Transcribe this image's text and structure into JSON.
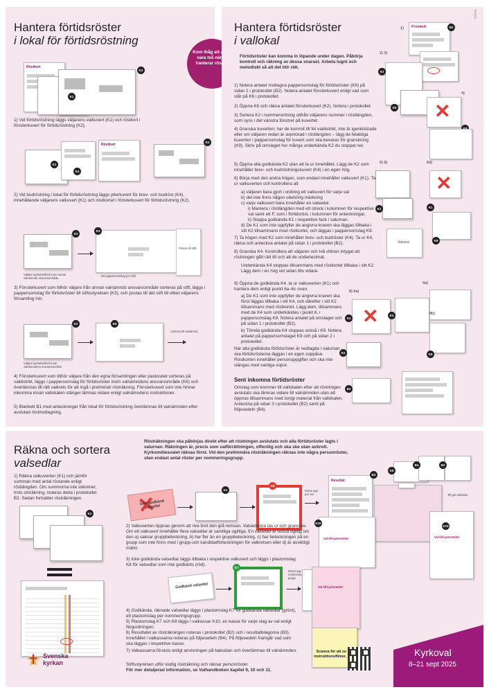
{
  "doc_code": "BG0910",
  "panel1": {
    "title": "Hantera förtidsröster",
    "subtitle": "i lokal för förtidsröstning",
    "callout": "Kom ihåg att alltid vara två när ni hanterar röster.",
    "tags": {
      "k1": "K1",
      "k2": "K2",
      "k3": "K3",
      "k4": "K4",
      "k6": "K6"
    },
    "step1": "1) Vid förtidsröstning läggs väljarens valkuvert (K1) och röstkort i fönsterkuvert för förtidsröstning (K2).",
    "step2": "2) Vid budröstning i lokal för förtidsröstning läggs ytterkuvert för brev- och budröst (K4), innehållande väljarens valkuvert (K1) och röstkortet i fönsterkuvert för förtidsröstning (K2).",
    "label_outside": "Väljare kyrkobokförd inom annan valnämnds ansvarsområde.",
    "label_paper": "Ett pappersomslag per stift.",
    "label_post": "Postas till stift.",
    "step3": "3) Fönsterkuvert som tillhör väljare från annan valnämnds ansvarsområde sorteras på stift, läggs i pappersomslag för förtidsröster till stiftsstyrelsen (K3), och postas till det stift till vilket väljarens församling hör.",
    "label_inside": "Väljare kyrkobokförd inom valnämndens ansvarsområde.",
    "label_deliver": "Lämnas till valnämnd.",
    "step4": "4) Fönsterkuvert som tillhör väljare från den egna församlingen eller pastoratet sorteras på valdistrikt, läggs i pappersomslag för förtidsröster inom valnämndens ansvarsområde (K6) och överlämnas till rätt valkrets för att ingå i preliminär rösträkning. Fönsterkuvert som inte hinner inkomma innan vallokalen stänger lämnas vidare enligt valnämndens instruktioner.",
    "step5": "5) Blankett B1 med anteckningar från lokal för förtidsröstning överlämnas till valnämnden efter avslutad röstmottagning."
  },
  "panel2": {
    "title": "Hantera förtidsröster",
    "subtitle": "i vallokal",
    "intro": "Förtidsröster kan komma in löpande under dagen. Påbörja kontroll och räkning av dessa snarast. Arbeta lugnt och metodiskt så att det blir rätt.",
    "s1": "1) Notera antalet mottagna pappersomslag för förtidsröster (K6) på sidan 1 i protokollet (B2). Notera antalet fönsterkuvert enligt vad som står på K6 i protokollet.",
    "s2": "2) Öppna K6 och räkna antalet fönsterkuvert (K2). Notera i protokollet.",
    "s3": "3) Sortera K2 i nummerordning utifrån väljarens nummer i röstlängden, som syns i det vänstra fönstret på kuvertet.",
    "s4": "4) Granska kuverten; har de kommit till fel valdistrikt, inte är igenklistrade eller om väljaren redan är avprickad i röstlängden – lägg de felaktiga kuverten i pappersomslag för kuvert som ska bevaras för granskning (K9). Skriv på omslaget hur många underkända K2 du stoppat ner.",
    "s5": "5) Öppna alla godkända K2 utan att ta ur innehållet. Lägg de K2 som innehåller brev- och budröstningskuvert (K4) i en egen hög.",
    "s6": "6) Börja med den andra högen, som endast innehåller valkuvert (K1). Ta ur valkuverten och kontrollera att",
    "s6a": "a) väljaren bara gjort i ordning ett valkuvert för varje val",
    "s6b": "b) det inte finns någon obehörig märkning",
    "s6c": "c) varje valkuvert bara innehåller en valsedel.",
    "s6ci": "i) Markera i röstlängden med ett streck i kolumnen för respektive val samt ett F, som i förtidsröst, i kolumnen för anteckningar.",
    "s6cii": "ii) Stoppa godkända K1 i respektive fack i valurnan.",
    "s6d": "d) De K1 som inte uppfyller de angivna kraven ska läggas tillbaka i sitt K2 tillsammans med röstkortet, och läggas i pappersomslag K9.",
    "s7": "7) Ta högen med K2 som innehåller brev- och budröster (K4). Ta ur K4, räkna och anteckna antalet på sidan 1 i protokollet (B2).",
    "s8": "8) Granska K4. Kontrollera att väljaren och två vittnen intygat att röstningen gått rätt till och att de undertecknat.",
    "s8b": "Underkända K4 stoppas tillsammans med röstkortet tillbaka i sitt K2. Lägg dem i en hög vid sidan tills vidare.",
    "s9": "9) Öppna de godkända K4, ta ur valkuverten (K1) och hantera dem enligt punkt 6a–6c ovan.",
    "s9a": "a) De K1 som inte uppfyller de angivna kraven ska först läggas tillbaka i sitt K4, och därefter i sitt K2 tillsammans med röstkortet. Lägg dem, tillsammans med de K4 som underkändes i punkt 8, i pappersomslag K9. Notera antalet på omslaget och på sidan 1 i protokollet (B2).",
    "s9b": "b) Tömda godkända K4 stoppas också i K9. Notera antalet på pappersomslaget K9 och på sidan 2 i protokollet.",
    "s9end": "När alla godkända förtidsröster är nedlagda i valurnan ska förtidsrösterna läggas i en egen soppåse. Röstkorten innehåller personuppgifter och ska inte slängas med vanliga sopor.",
    "late_title": "Sent inkomna förtidsröster",
    "late_text": "Omslag som kommer till vallokalen efter att röstningen avslutats ska lämnas vidare till valnämnden utan att öppnas tillsammans med övrigt material från vallokalen. Anteckna på sidan 3 i protokollet (B2) samt på följesedeln (B4).",
    "fig_labels": [
      "1)",
      "2) 3)",
      "4)",
      "6) 9)",
      "6d)",
      "8) 9a)",
      "9a)",
      "9b)"
    ],
    "valurna": "Valurna",
    "tags": {
      "k1": "K1",
      "k2": "K2",
      "k4": "K4",
      "k6": "K6",
      "k9": "K9",
      "b2": "B2"
    }
  },
  "panel3": {
    "title": "Räkna och sortera",
    "subtitle": "valsedlar",
    "intro": "Rösträkningen ska påbörjas direkt efter att röstningen avslutats och alla förtidsröster lagts i valurnan. Räkningen är, precis som valförrättningen, offentlig och ska ske utan avbrott. Kyrkomötesvalet räknas först. Vid den preliminära rösträkningen räknas inte några personröster, utan endast antal röster per nomineringsgrupp.",
    "step1": "1) Räkna valkuverten (K1) och jämför summan med antal röstande enligt röstlängden. Om summorna inte stämmer, trots omräkning, noteras detta i protokollet B2. Sedan fortsätter rösträkningen.",
    "step2": "2) Valkuverten öppnas genom att riva bort den grå remsan. Valsedlarna tas ur och granskas. Om ett valkuvert innehåller flera valsedlar är samtliga ogiltiga. En valsedel är också ogiltig om den a) saknar gruppbeteckning, b) har fler än en gruppbeteckning, c) har beteckningen på en grupp som inte finns med i grupp-och kandidatförteckningen för valkretsen eller d) är avsiktligt märkt.",
    "step3": "3) Icke godkända valsedlar läggs tillbaka i respektive valkuvert och läggs i plastomslag K8 för valsedlar som inte godkänts (röd).",
    "step4": "4) Godkända, räknade valsedlar läggs i plastomslag K7 för godkända valsedlar (grönt), ett plastomslag per nomineringsgrupp.",
    "step5": "5) Plastomslag K7 och K8 läggs i valkassar K10, en kasse för varje slag av val enligt färgordningen.",
    "step6": "6) Resultatet av rösträkningen noteras i protokollet (B2) och i resultatbilagorna (B3). Innehållet i valkassarna noteras på följesedeln (B4). På följesedeln framgår vad som ska läggas i respektive kasse.",
    "step7": "7) Valkassarna försluts enligt anvisningen på baksidan och överlämnas till valnämnden.",
    "footer_note": "Stiftsstyrelsen utför slutlig rösträkning och räknar personröster.",
    "footer_bold": "För mer detaljerad information, se Valhandboken kapitel 9, 10 och 11.",
    "not_approved": "Icke godkänd valsedel",
    "approved": "Godkänd valsedel",
    "split_group": "Delas upp per nominerings-grupp",
    "split_type": "Delas upp per val",
    "to_bag": "Till gul valkasse",
    "bag_label": "Val till kyrkomötet",
    "qr_text": "Scanna för att se instruktionsfilmer.",
    "brand": "Svenska kyrkan",
    "event": "Kyrkoval",
    "dates": "8–21 sept 2025",
    "tags": {
      "k1": "K1",
      "k7": "K7",
      "k8": "K8",
      "k9": "K9",
      "k10": "K10",
      "b2": "B2",
      "b3": "B3",
      "b4": "B4"
    }
  },
  "colors": {
    "panel": "#f6e7ee",
    "accent": "#9c1a7a",
    "badge": "#a0206e",
    "red": "#e53935",
    "green": "#2e9c3a"
  }
}
